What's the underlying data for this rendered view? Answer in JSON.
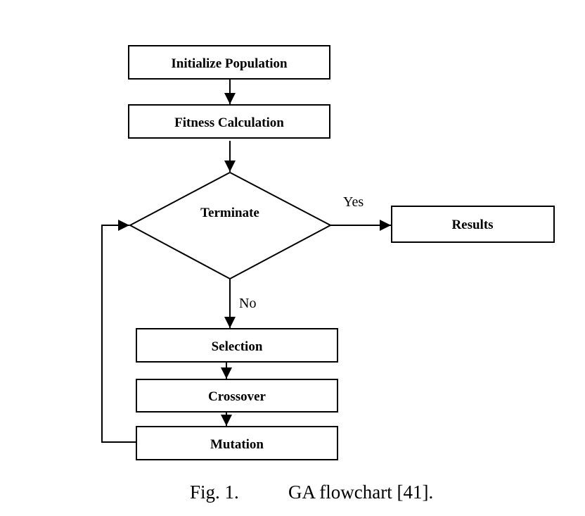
{
  "diagram": {
    "nodes": {
      "init": {
        "label": "Initialize Population"
      },
      "fitness": {
        "label": "Fitness Calculation"
      },
      "terminate": {
        "label": "Terminate"
      },
      "results": {
        "label": "Results"
      },
      "selection": {
        "label": "Selection"
      },
      "crossover": {
        "label": "Crossover"
      },
      "mutation": {
        "label": "Mutation"
      }
    },
    "edges": {
      "yes_label": "Yes",
      "no_label": "No"
    }
  },
  "caption": {
    "number": "Fig. 1.",
    "text": "GA flowchart [41]."
  },
  "colors": {
    "stroke": "#000000",
    "background": "#ffffff"
  }
}
